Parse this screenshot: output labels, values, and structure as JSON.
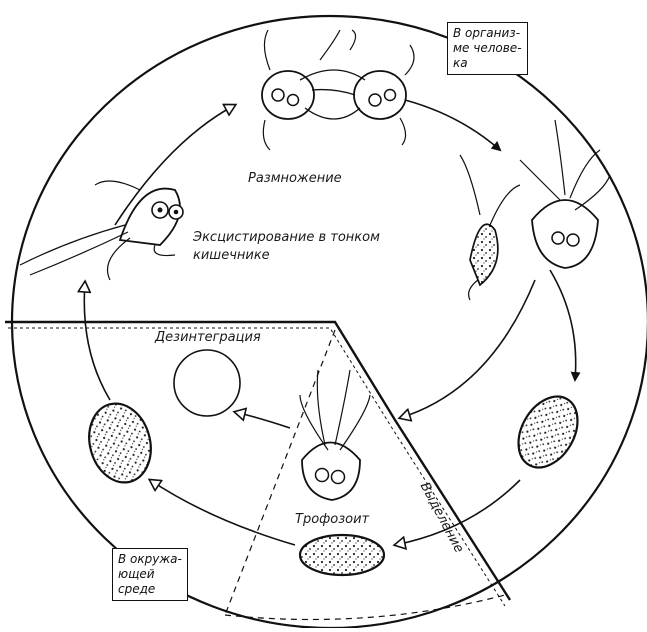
{
  "labels": {
    "reproduction": "Размножение",
    "excystation_line1": "Эксцистирование в тонком",
    "excystation_line2": "кишечнике",
    "disintegration": "Дезинтеграция",
    "trophozoite": "Трофозоит",
    "excretion": "Выделение"
  },
  "boxes": {
    "human_body": [
      "В организ-",
      "ме челове-",
      "ка"
    ],
    "environment": [
      "В окружа-",
      "ющей",
      "среде"
    ]
  },
  "colors": {
    "ink": "#111111",
    "paper": "#ffffff"
  }
}
